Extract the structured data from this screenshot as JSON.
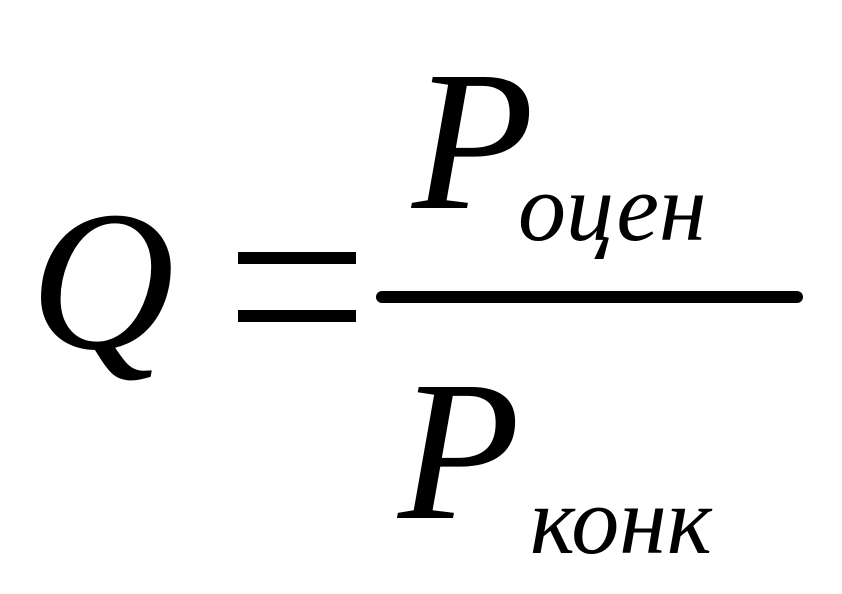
{
  "formula": {
    "lhs": "Q",
    "numerator": {
      "symbol": "P",
      "subscript": "оцен"
    },
    "denominator": {
      "symbol": "P",
      "subscript": "конк"
    }
  }
}
